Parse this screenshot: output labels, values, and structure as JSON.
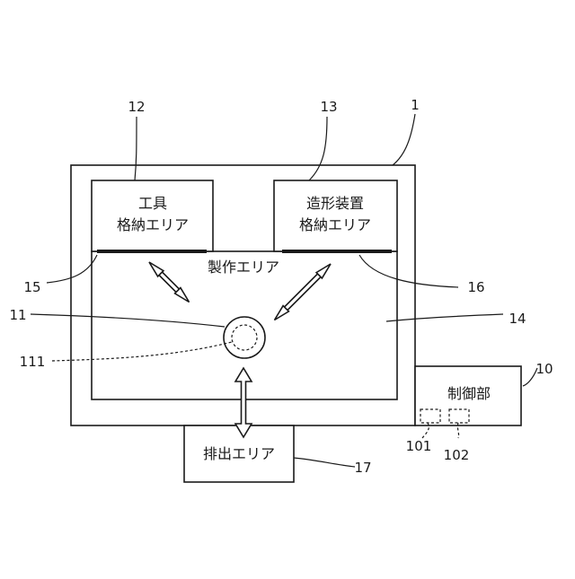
{
  "labels": {
    "tool_area_line1": "工具",
    "tool_area_line2": "格納エリア",
    "device_area_line1": "造形装置",
    "device_area_line2": "格納エリア",
    "production_area": "製作エリア",
    "discharge_area": "排出エリア",
    "control_unit": "制御部"
  },
  "refs": {
    "r1": "1",
    "r10": "10",
    "r11": "11",
    "r111": "111",
    "r12": "12",
    "r13": "13",
    "r14": "14",
    "r15": "15",
    "r16": "16",
    "r17": "17",
    "r101": "101",
    "r102": "102"
  }
}
